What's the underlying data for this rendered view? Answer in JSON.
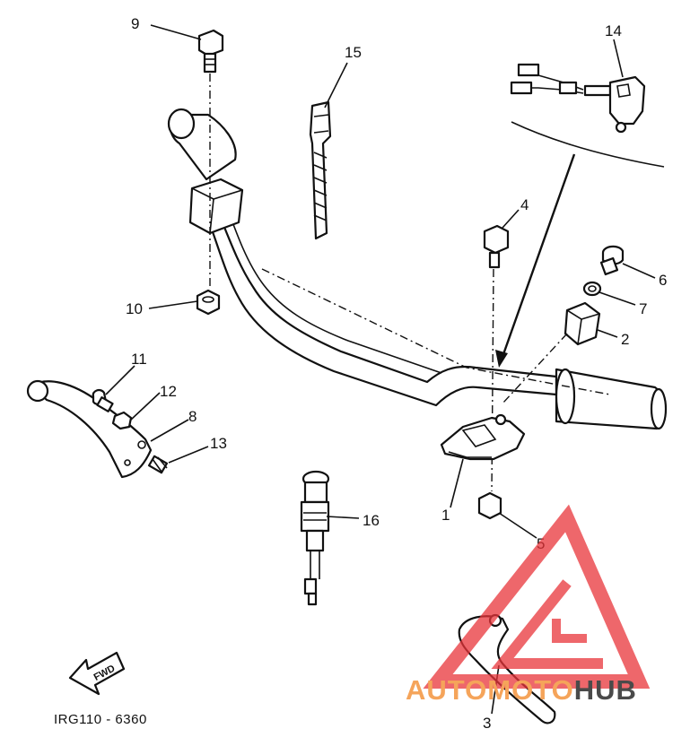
{
  "callouts": {
    "c1": "1",
    "c2": "2",
    "c3": "3",
    "c4": "4",
    "c5": "5",
    "c6": "6",
    "c7": "7",
    "c8": "8",
    "c9": "9",
    "c10": "10",
    "c11": "11",
    "c12": "12",
    "c13": "13",
    "c14": "14",
    "c15": "15",
    "c16": "16"
  },
  "fwd_label": "FWD",
  "diagram_code": "IRG110 - 6360",
  "watermark": {
    "auto": "AUTO",
    "moto": "MOTO",
    "hub": "HUB",
    "color_red": "#e8343a",
    "color_orange": "#f5a45a",
    "color_gray": "#4a4a4a"
  }
}
